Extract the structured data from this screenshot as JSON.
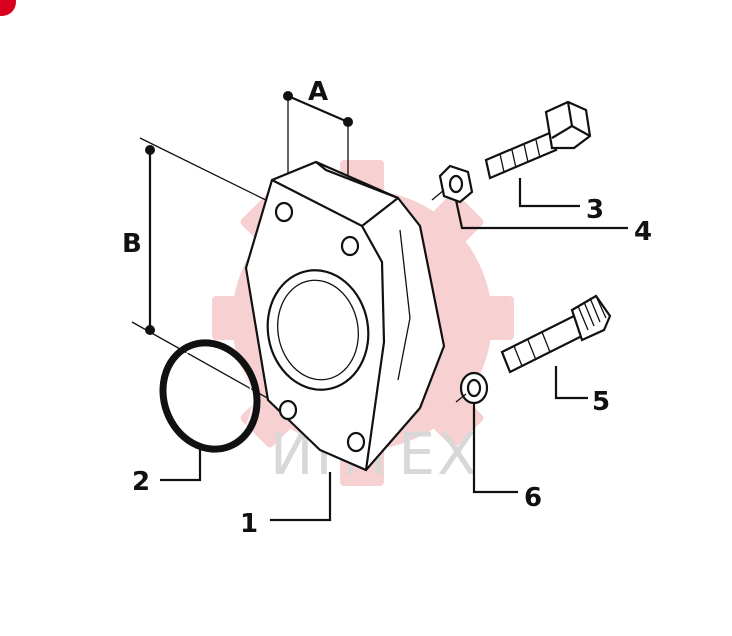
{
  "dimensions": {
    "a": "A",
    "b": "B"
  },
  "callouts": [
    "1",
    "2",
    "3",
    "4",
    "5",
    "6"
  ],
  "watermark": {
    "text": "ИНТЕХ",
    "icon": "gear-logo-icon",
    "color": "#f4c4c4"
  },
  "colors": {
    "line": "#111111",
    "badge": "#d8001c"
  }
}
